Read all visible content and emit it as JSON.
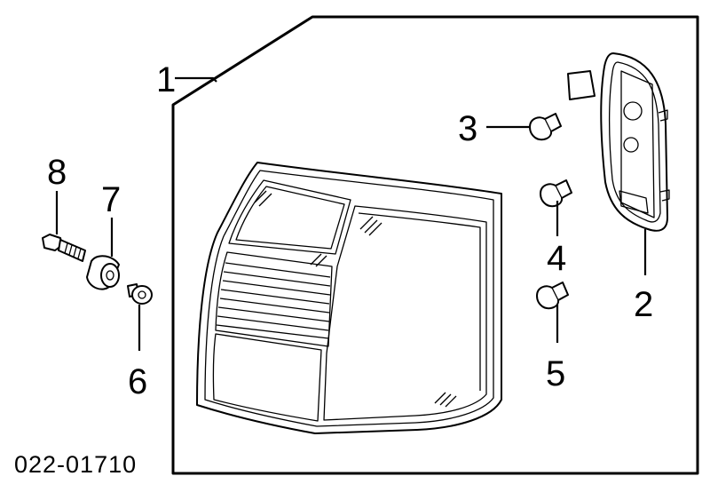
{
  "diagram_code": "022-01710",
  "callouts": [
    {
      "id": "1",
      "label": "1"
    },
    {
      "id": "2",
      "label": "2"
    },
    {
      "id": "3",
      "label": "3"
    },
    {
      "id": "4",
      "label": "4"
    },
    {
      "id": "5",
      "label": "5"
    },
    {
      "id": "6",
      "label": "6"
    },
    {
      "id": "7",
      "label": "7"
    },
    {
      "id": "8",
      "label": "8"
    }
  ],
  "line_color": "#000000",
  "background_color": "#ffffff"
}
